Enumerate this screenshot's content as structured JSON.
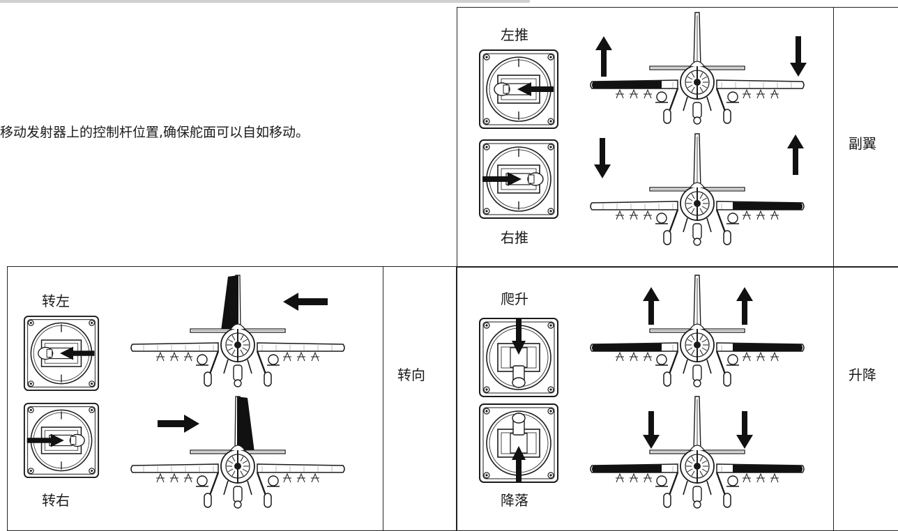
{
  "instruction": "移动发射器上的控制杆位置,确保舵面可以自如移动。",
  "aileron": {
    "top_label": "左推",
    "bottom_label": "右推",
    "side_label": "副翼"
  },
  "rudder": {
    "top_label": "转左",
    "bottom_label": "转右",
    "side_label": "转向"
  },
  "elevator": {
    "top_label": "爬升",
    "bottom_label": "降落",
    "side_label": "升降"
  },
  "colors": {
    "ink": "#1a1a1a",
    "surface_fill": "#111111"
  }
}
